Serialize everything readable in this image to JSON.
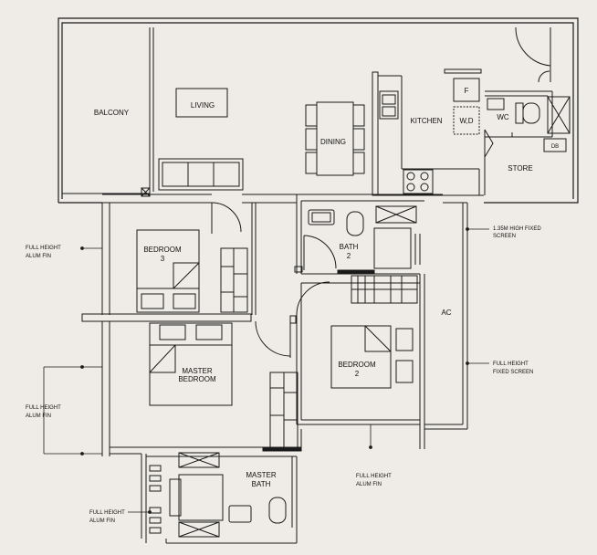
{
  "rooms": {
    "balcony": "BALCONY",
    "living": "LIVING",
    "dining": "DINING",
    "kitchen": "KITCHEN",
    "wc": "WC",
    "store": "STORE",
    "bath2_l1": "BATH",
    "bath2_l2": "2",
    "bed3_l1": "BEDROOM",
    "bed3_l2": "3",
    "master_bed_l1": "MASTER",
    "master_bed_l2": "BEDROOM",
    "bed2_l1": "BEDROOM",
    "bed2_l2": "2",
    "ac": "AC",
    "master_bath_l1": "MASTER",
    "master_bath_l2": "BATH"
  },
  "fixtures": {
    "fridge": "F",
    "washer_dryer": "W,D",
    "distribution_board": "DB"
  },
  "notes": {
    "fixed_screen_l1": "1.35M HIGH FIXED",
    "fixed_screen_l2": "SCREEN",
    "full_fixed_screen_l1": "FULL HEIGHT",
    "full_fixed_screen_l2": "FIXED SCREEN",
    "fin_l1": "FULL HEIGHT",
    "fin_l2": "ALUM FIN"
  }
}
